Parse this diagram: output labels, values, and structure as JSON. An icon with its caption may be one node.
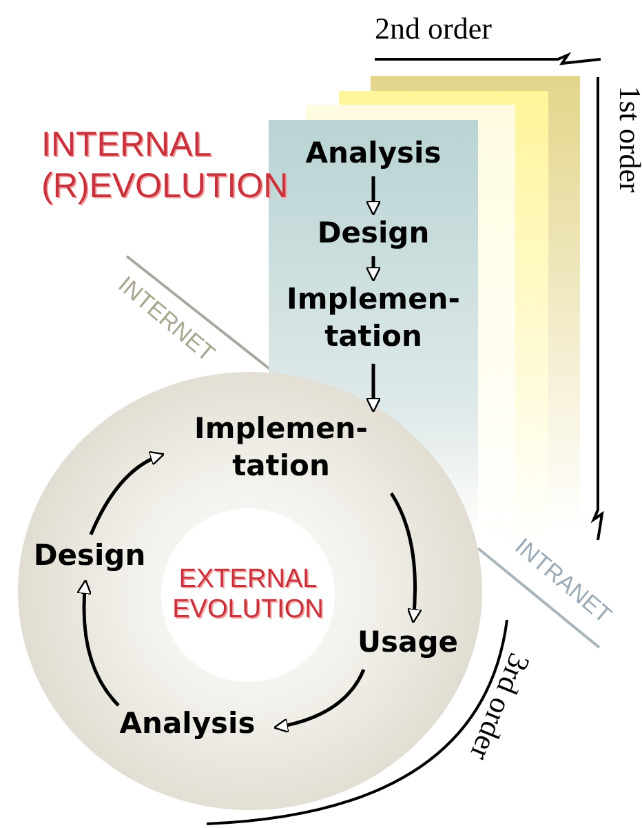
{
  "diagram": {
    "nodes": [
      {
        "text": [],
        "shape": "box"
      },
      {
        "text": [
          "Analysis"
        ],
        "in": 0
      },
      {
        "text": [
          "Design"
        ],
        "in": 0
      },
      {
        "text": [
          "Implemen- tation"
        ],
        "in": 0
      },
      {
        "text": [],
        "shape": "circle"
      },
      {
        "text": [
          "Implemen- tation"
        ],
        "in": 4
      },
      {
        "text": [
          "Usage"
        ],
        "in": 4
      },
      {
        "text": [
          "Analysis"
        ],
        "in": 4
      },
      {
        "text": [
          "Design"
        ],
        "in": 4
      },
      {
        "text": [
          "EXTERNAL EVOLUTION"
        ],
        "in": 4
      }
    ],
    "edges": [
      {
        "from": 1,
        "to": 2,
        "arrow": "to"
      },
      {
        "from": 2,
        "to": 3,
        "arrow": "to"
      },
      {
        "from": 3,
        "to": 5,
        "arrow": "to"
      },
      {
        "from": 5,
        "to": 6,
        "arrow": "to"
      },
      {
        "from": 6,
        "to": 7,
        "arrow": "to"
      },
      {
        "from": 7,
        "to": 8,
        "arrow": "to"
      },
      {
        "from": 8,
        "to": 5,
        "arrow": "to"
      }
    ],
    "labels": [
      "2nd order",
      "1st order",
      "INTERNAL (R)EVOLUTION",
      "INTERNET",
      "INTRANET",
      "3rd order"
    ]
  }
}
